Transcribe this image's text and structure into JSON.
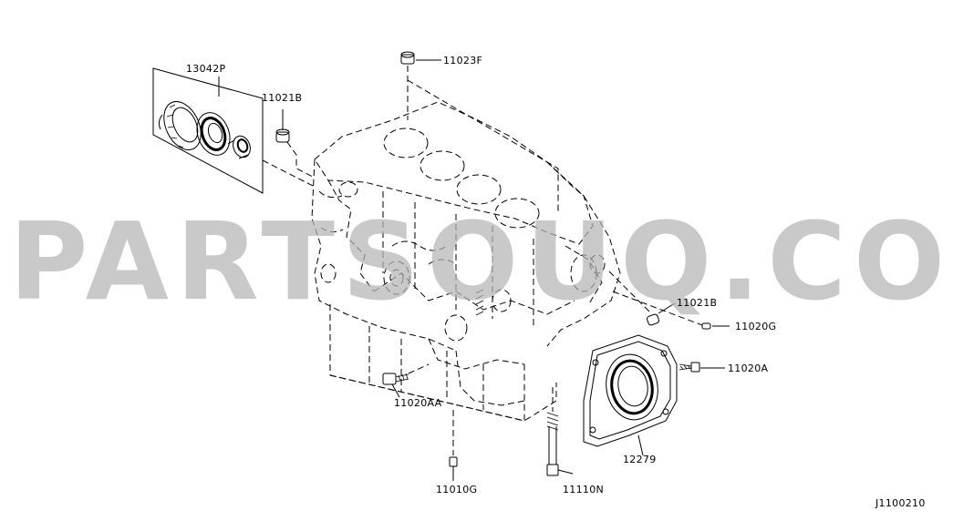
{
  "parts": {
    "p13042P": "13042P",
    "p11023F": "11023F",
    "p11021B_top": "11021B",
    "p11021B_right": "11021B",
    "p11020G": "11020G",
    "p11020A": "11020A",
    "p11020AA": "11020AA",
    "p12279": "12279",
    "p11010G": "11010G",
    "p11110N": "11110N"
  },
  "watermark": "PARTSOUQ.COM",
  "figure_code": "J1100210"
}
